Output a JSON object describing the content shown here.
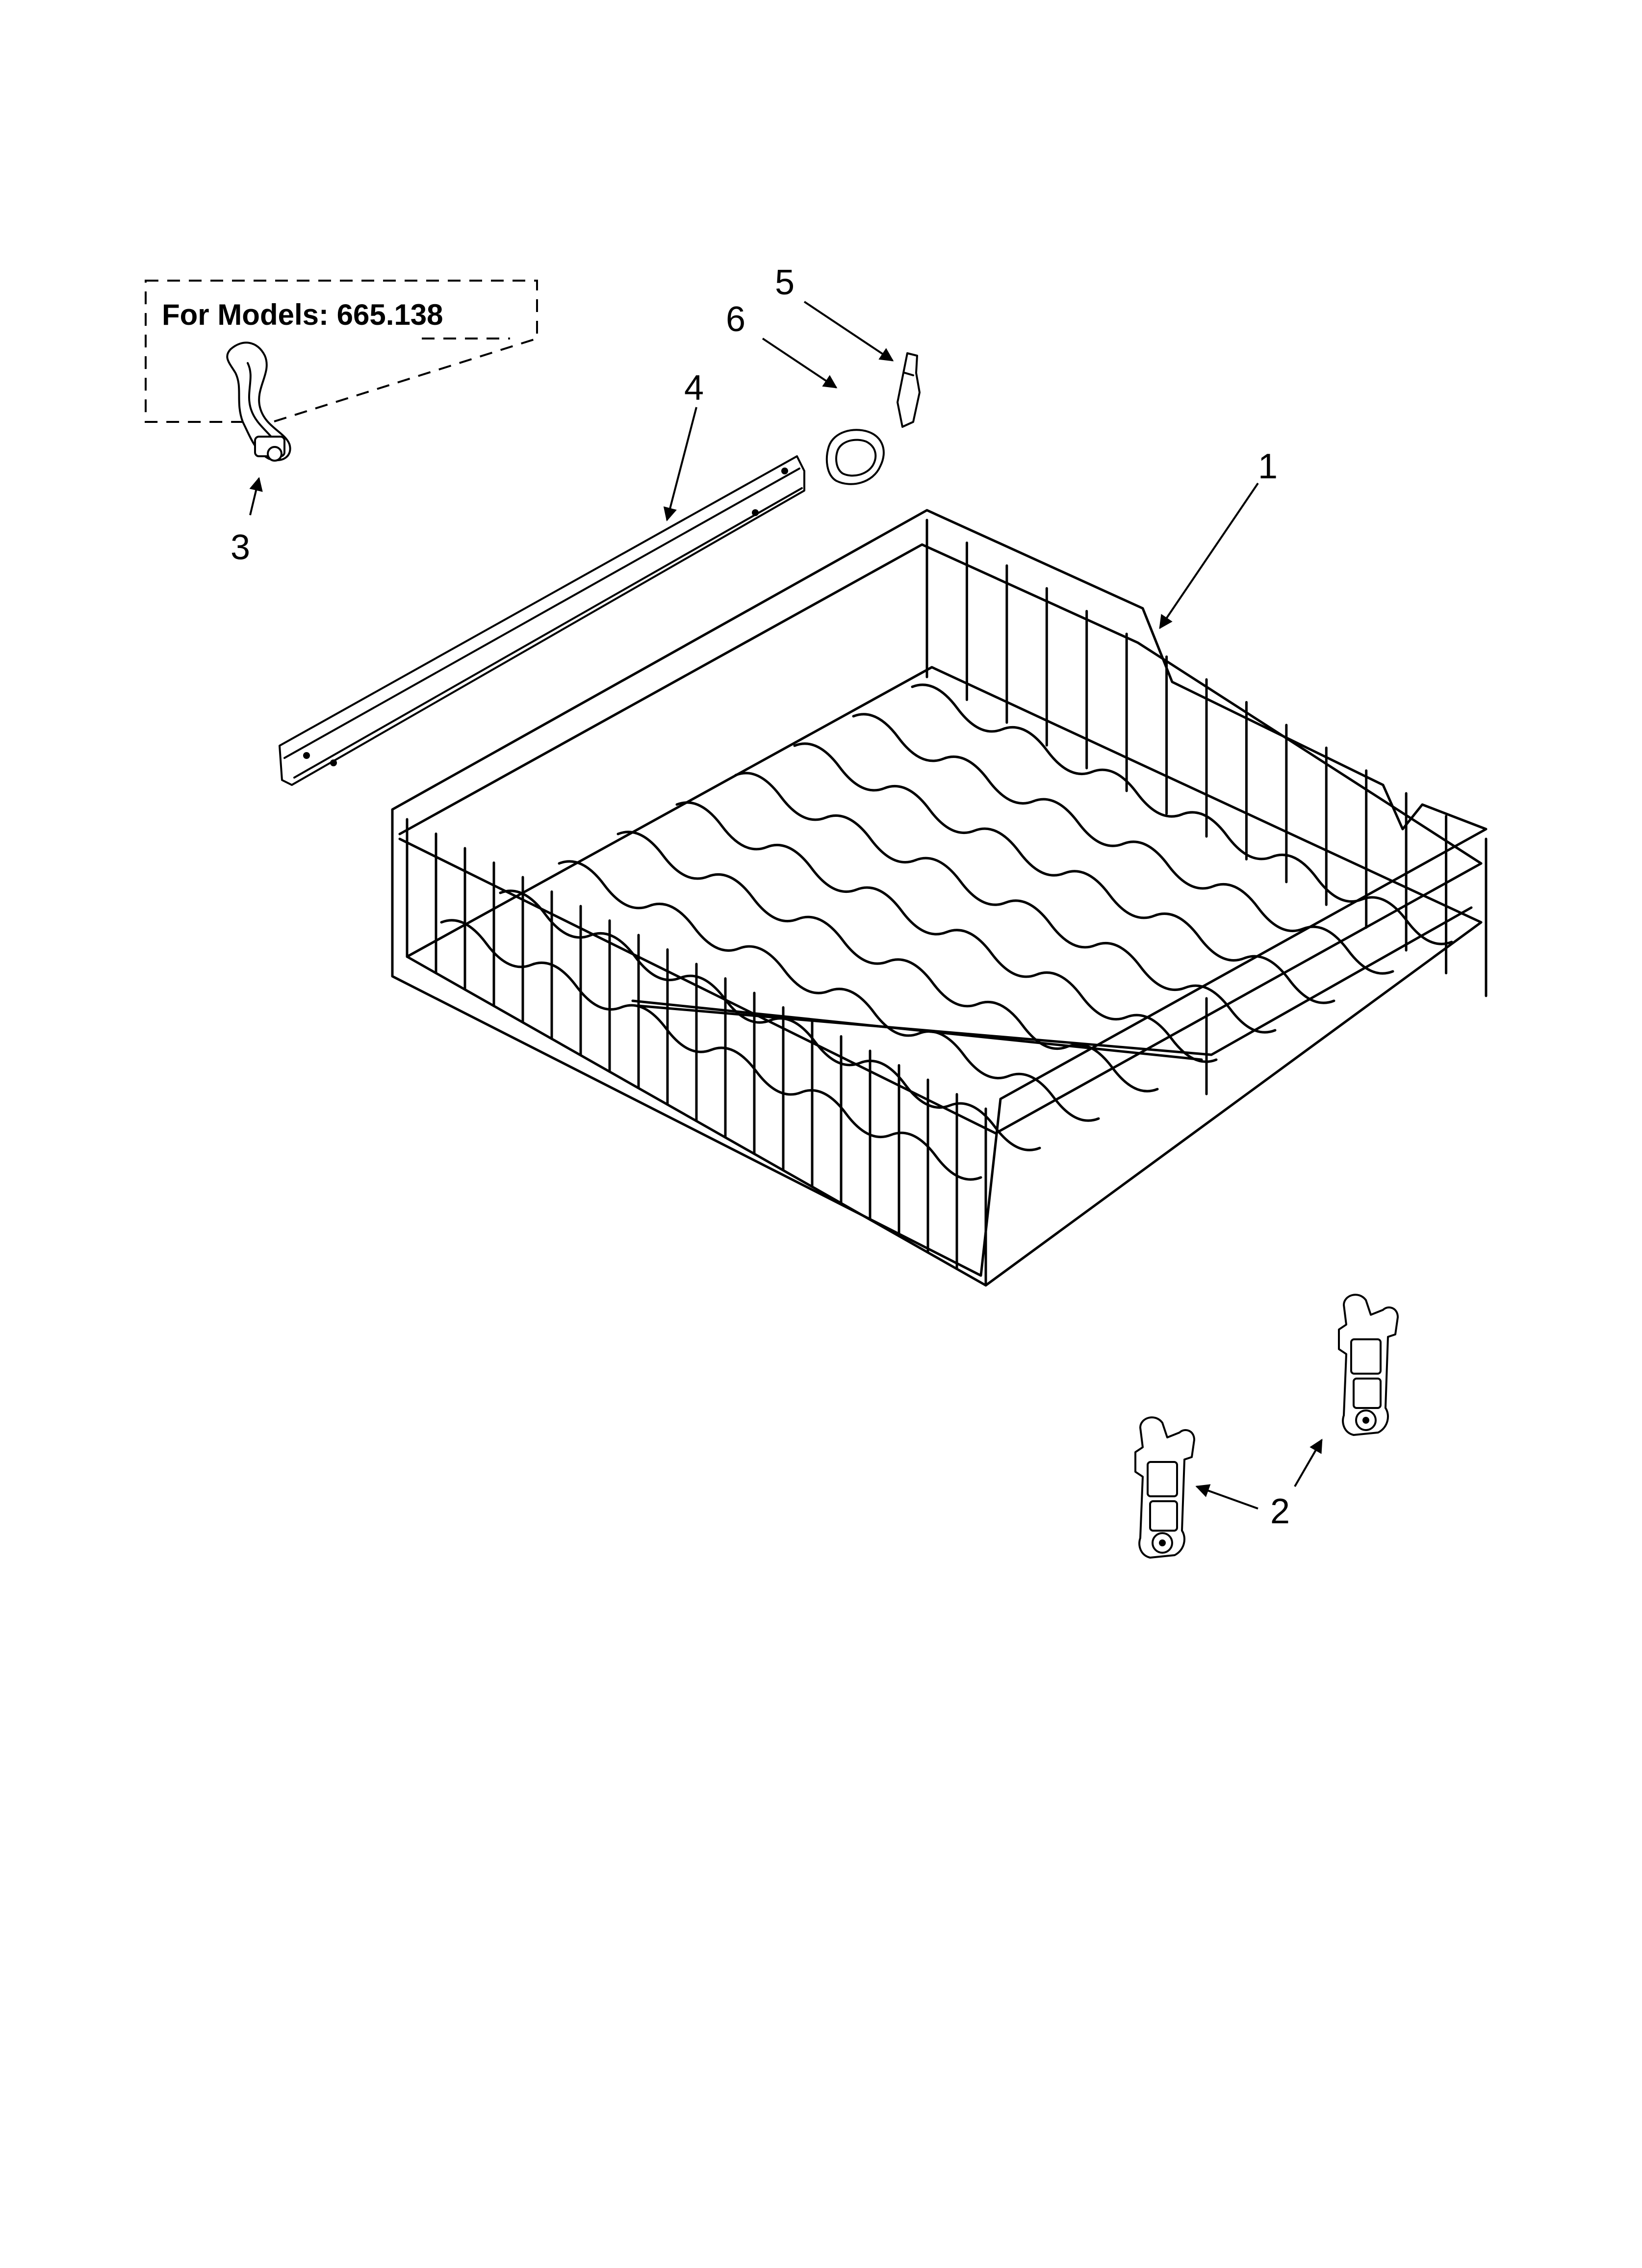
{
  "models_box": {
    "label": "For Models: 665.138"
  },
  "callouts": [
    "1",
    "2",
    "3",
    "4",
    "5",
    "6"
  ]
}
